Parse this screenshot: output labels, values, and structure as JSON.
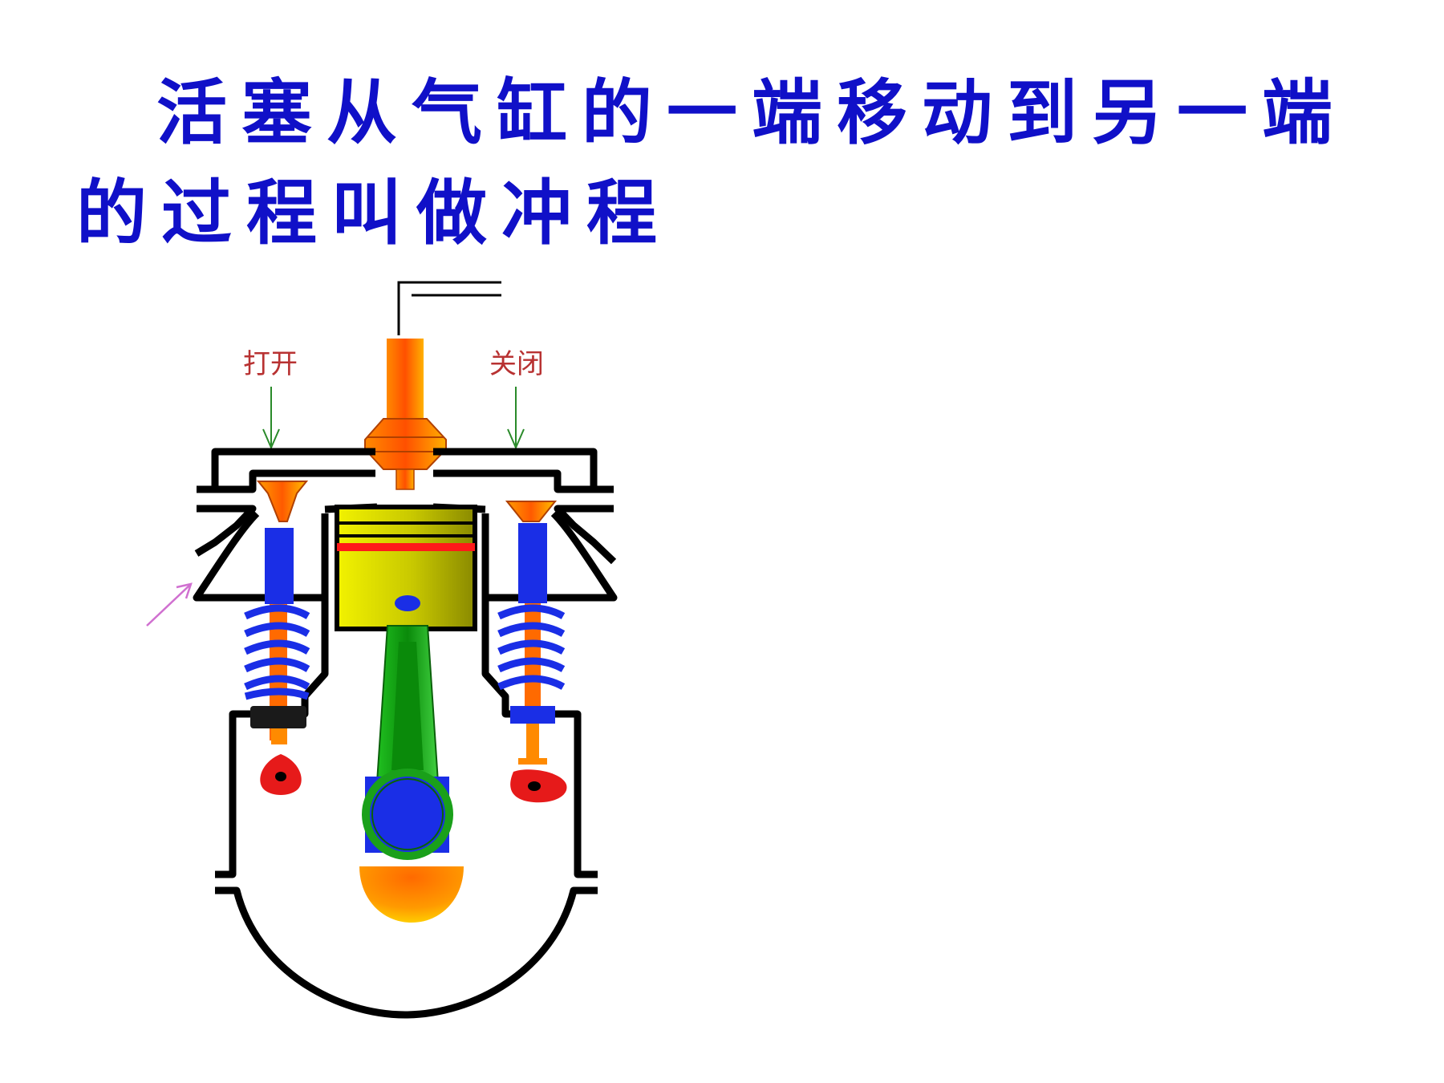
{
  "title": {
    "line1": "活塞从气缸的一端移动到另一端",
    "line2": "的过程叫做冲程"
  },
  "labels": {
    "intake_valve": "打开",
    "exhaust_valve": "关闭"
  },
  "colors": {
    "title": "#1010c8",
    "label": "#b83232",
    "piston": "#c8c800",
    "piston_ring": "#ff1a1a",
    "valve_stem": "#1a2ee6",
    "connecting_rod": "#1aa01a",
    "crank": "#1a2ee6",
    "cam": "#e61a1a",
    "spark_plug": "#ff6a00",
    "open_arrow": "#2a8a2a",
    "intake_arrow": "#d060d0"
  }
}
